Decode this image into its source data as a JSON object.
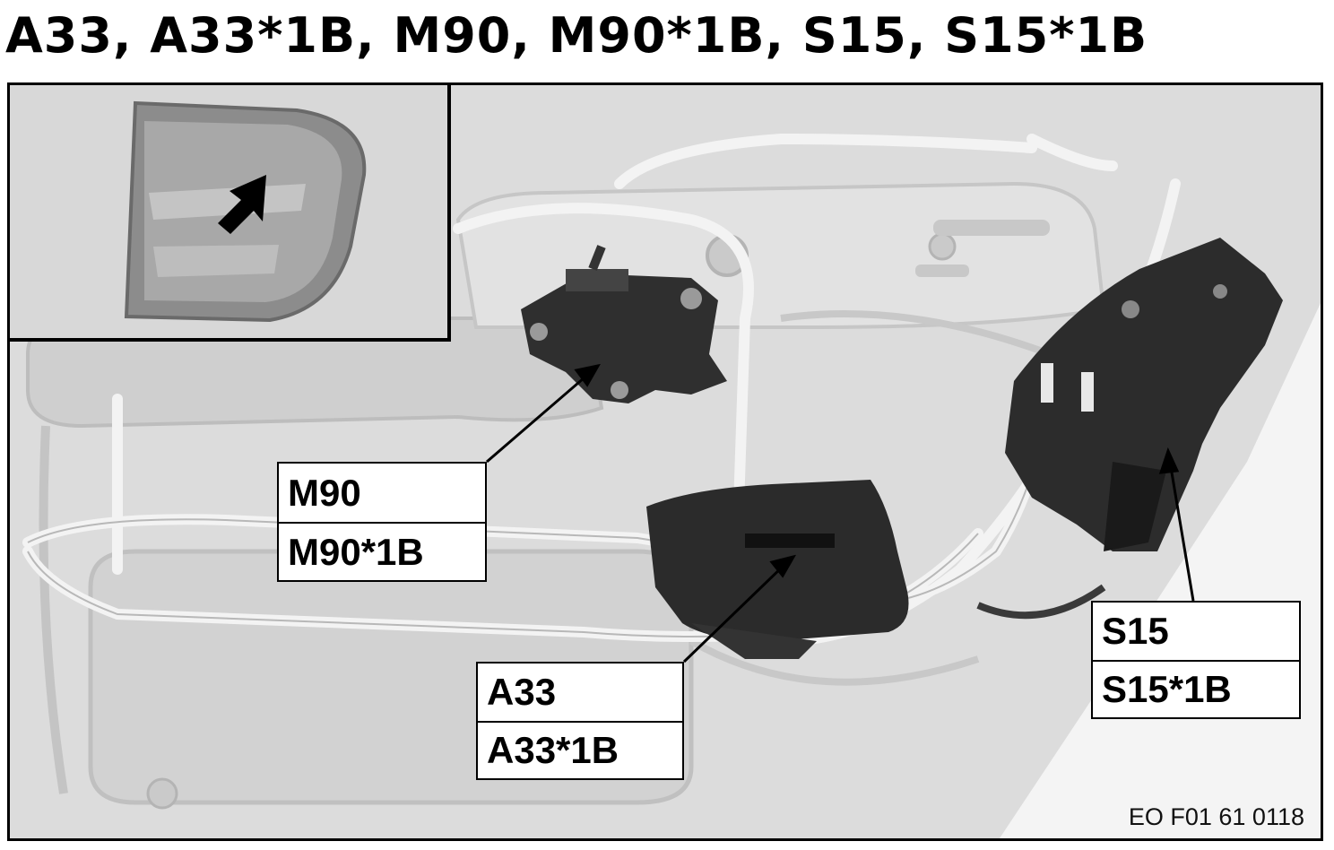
{
  "title": "A33, A33*1B, M90, M90*1B, S15, S15*1B",
  "labels": {
    "m90": {
      "line1": "M90",
      "line2": "M90*1B"
    },
    "a33": {
      "line1": "A33",
      "line2": "A33*1B"
    },
    "s15": {
      "line1": "S15",
      "line2": "S15*1B"
    }
  },
  "figure_code": "EO F01 61 0118",
  "icons": [
    "inset-locator-arrow-icon",
    "callout-arrow-icon"
  ],
  "colors": {
    "background": "#d9d9d9",
    "component": "#2a2a2a",
    "cable": "#f2f2f2",
    "frame": "#000000"
  }
}
